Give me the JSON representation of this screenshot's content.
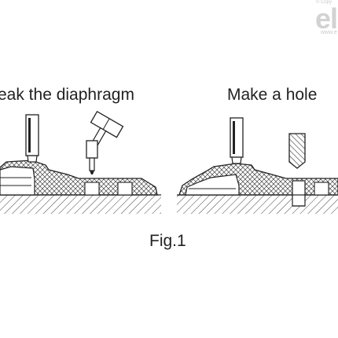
{
  "labels": {
    "break_diaphragm": "reak the diaphragm",
    "make_hole": "Make a hole",
    "figure": "Fig.1"
  },
  "watermark": {
    "copyright": "© Copy",
    "brand": "el",
    "url": "www.e"
  },
  "colors": {
    "line": "#222222",
    "hatch": "#444444",
    "watermark": "#d2d2d2"
  },
  "icons": [
    "hammer-icon",
    "punch-icon",
    "drill-bit-icon",
    "tool-handle-icon"
  ]
}
